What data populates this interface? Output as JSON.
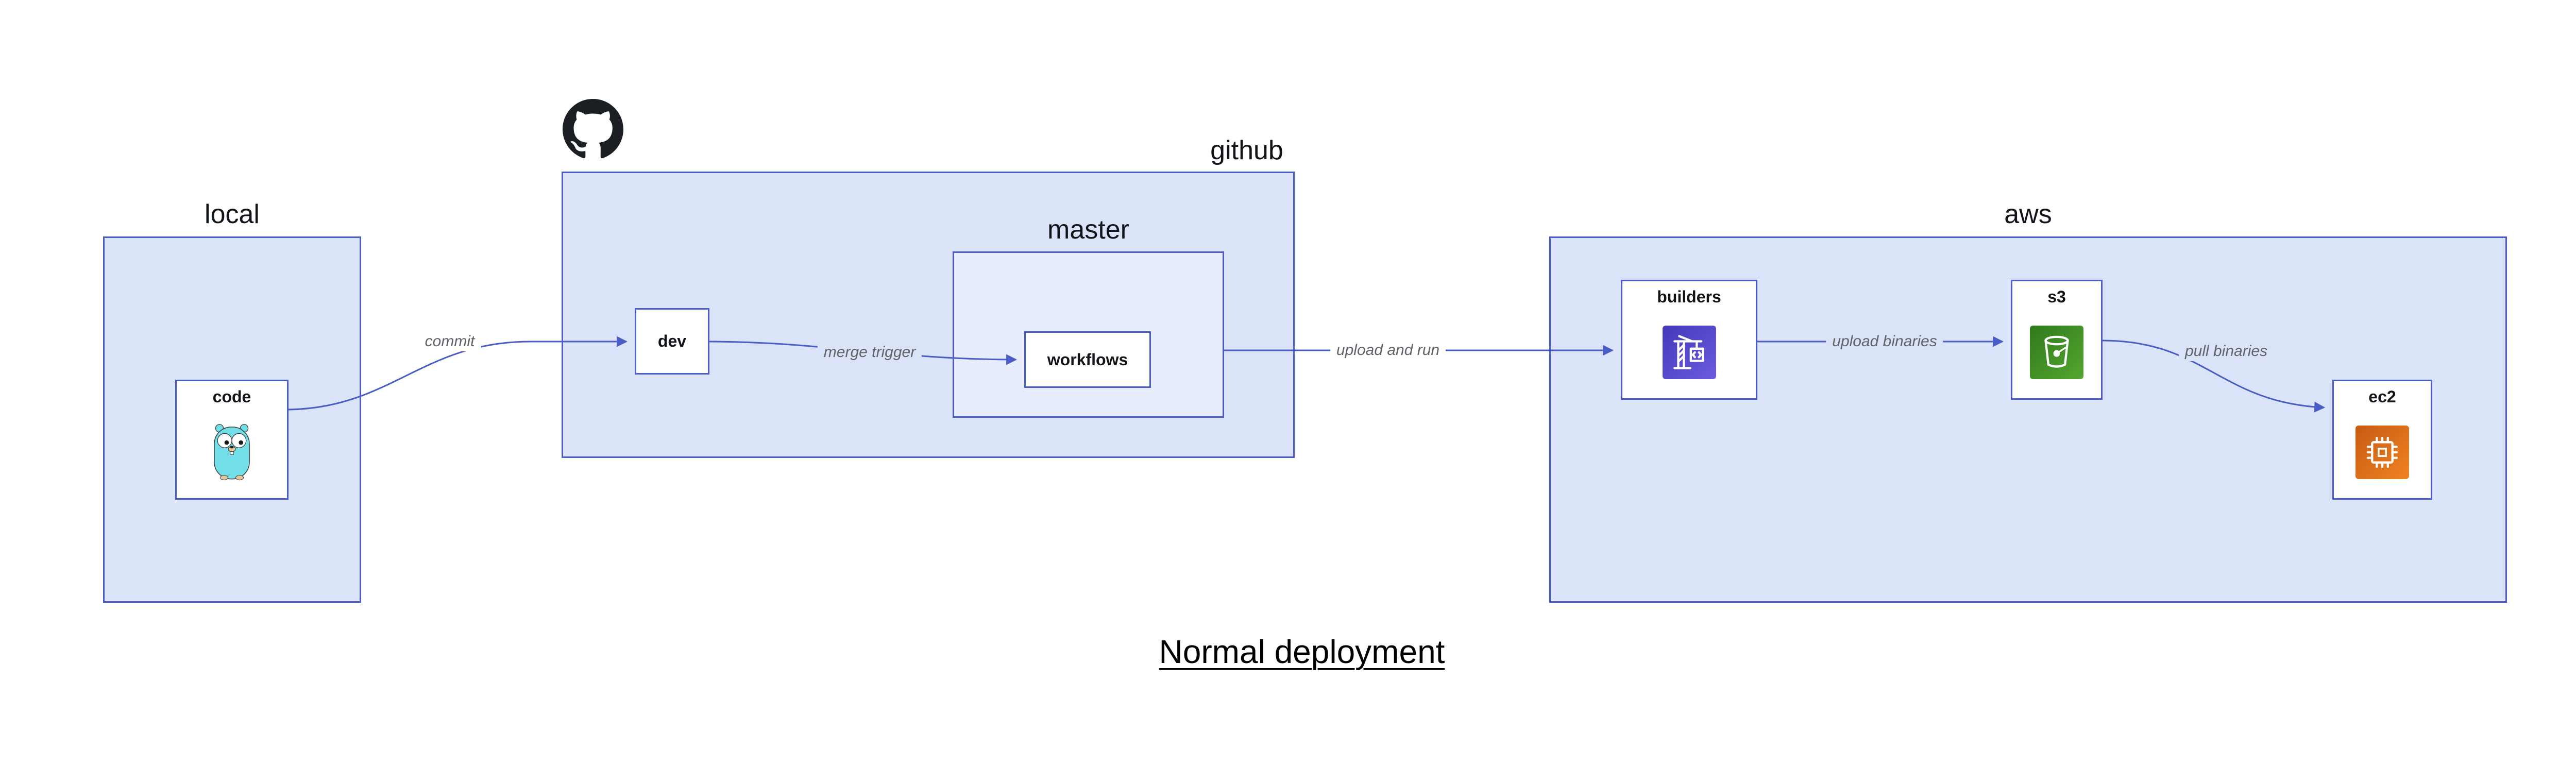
{
  "title": "Normal deployment",
  "groups": {
    "local": {
      "label": "local"
    },
    "github": {
      "label": "github"
    },
    "master": {
      "label": "master"
    },
    "aws": {
      "label": "aws"
    }
  },
  "nodes": {
    "code": {
      "label": "code",
      "icon": "go-gopher-icon"
    },
    "dev": {
      "label": "dev"
    },
    "workflows": {
      "label": "workflows"
    },
    "builders": {
      "label": "builders",
      "icon": "aws-codebuild-icon"
    },
    "s3": {
      "label": "s3",
      "icon": "aws-s3-bucket-icon"
    },
    "ec2": {
      "label": "ec2",
      "icon": "aws-ec2-chip-icon"
    }
  },
  "edges": [
    {
      "from": "code",
      "to": "dev",
      "label": "commit"
    },
    {
      "from": "dev",
      "to": "workflows",
      "label": "merge trigger"
    },
    {
      "from": "master",
      "to": "builders",
      "label": "upload and run"
    },
    {
      "from": "builders",
      "to": "s3",
      "label": "upload binaries"
    },
    {
      "from": "s3",
      "to": "ec2",
      "label": "pull binaries"
    }
  ],
  "colors": {
    "container_fill": "#dbe3f8",
    "master_fill": "#e8edfc",
    "container_stroke": "#4a5cc5",
    "node_fill": "#ffffff",
    "edge_stroke": "#4a5cc5",
    "edge_label_text": "#5f6368",
    "github_logo": "#1b1f23",
    "codebuild_tile": "#5243c9",
    "s3_tile": "#3e8b27",
    "ec2_tile": "#e8731a",
    "gopher_body": "#72dee8"
  }
}
